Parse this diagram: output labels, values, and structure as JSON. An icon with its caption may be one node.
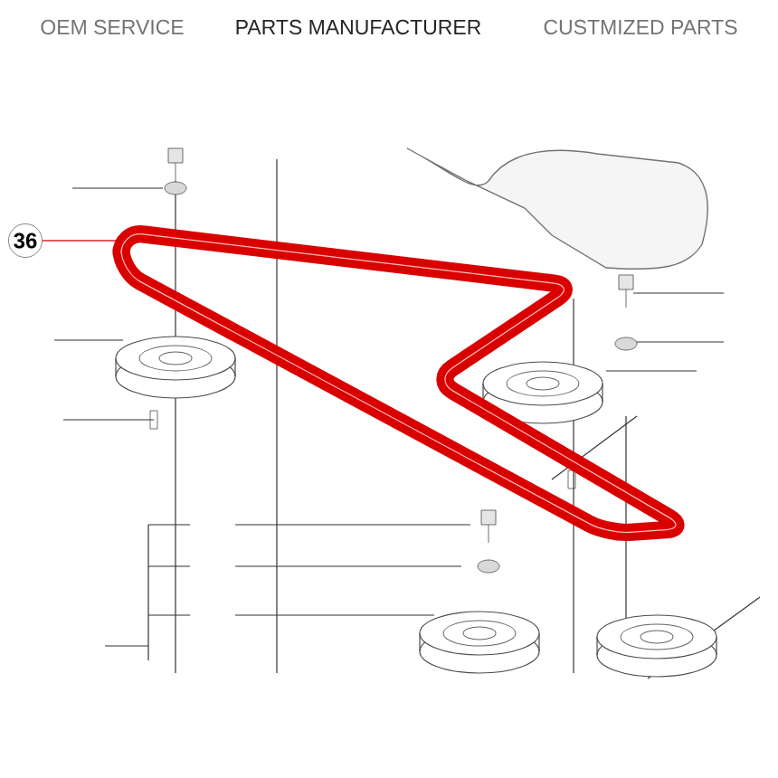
{
  "diagram": {
    "nodes": [
      {
        "text": [
          "36"
        ]
      },
      {
        "text": [],
        "shape": "picture"
      }
    ],
    "edges": [
      {
        "from": 0,
        "to": 1,
        "arrow": "none",
        "color": "#e0202a"
      }
    ],
    "labels": [
      "OEM SERVICE",
      "PARTS MANUFACTURER",
      "CUSTMIZED PARTS"
    ]
  }
}
